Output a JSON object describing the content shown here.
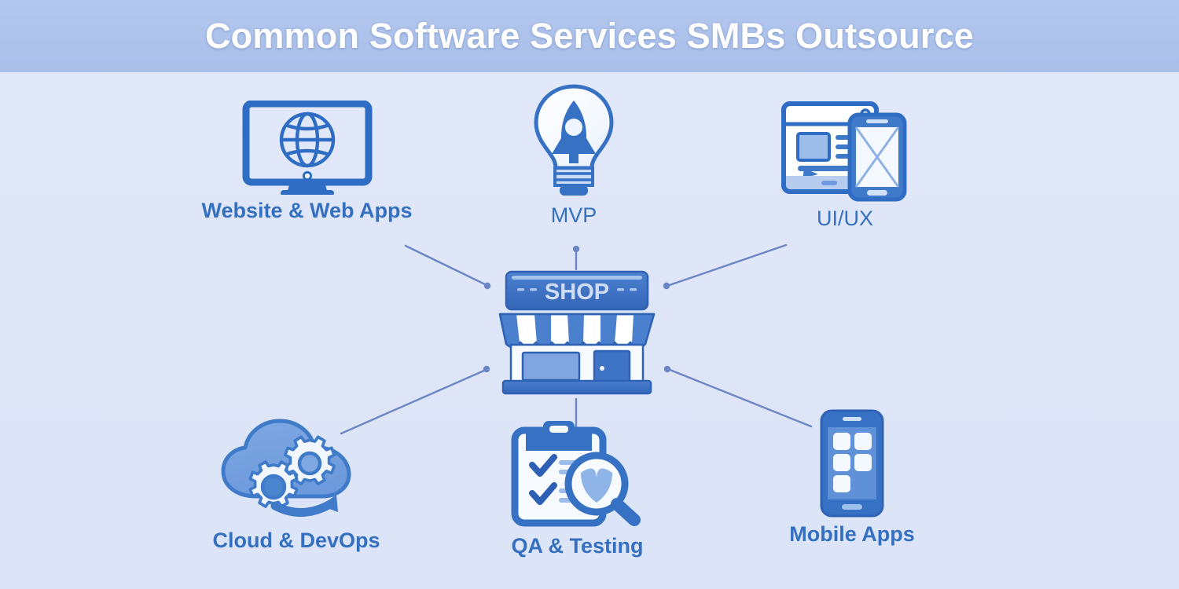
{
  "header": {
    "title": "Common Software Services SMBs Outsource"
  },
  "colors": {
    "banner": "#adc2ea",
    "background": "#dde5f7",
    "title_text": "#ffffff",
    "label_text": "#3570c0",
    "icon_primary": "#3671c4",
    "icon_secondary": "#7ea6e0",
    "icon_light": "#f4f8ff",
    "connector": "#6b86c4"
  },
  "center": {
    "name": "shop",
    "sign_text": "SHOP",
    "icon": "storefront-icon"
  },
  "nodes": [
    {
      "id": "web",
      "label": "Website & Web Apps",
      "icon": "monitor-globe-icon",
      "bold": true,
      "position": "top-left"
    },
    {
      "id": "mvp",
      "label": "MVP",
      "icon": "lightbulb-rocket-icon",
      "bold": false,
      "position": "top-center"
    },
    {
      "id": "uiux",
      "label": "UI/UX",
      "icon": "wireframe-browser-phone-icon",
      "bold": false,
      "position": "top-right"
    },
    {
      "id": "cloud",
      "label": "Cloud & DevOps",
      "icon": "cloud-gears-arrow-icon",
      "bold": true,
      "position": "bottom-left"
    },
    {
      "id": "qa",
      "label": "QA & Testing",
      "icon": "clipboard-checklist-magnifier-icon",
      "bold": true,
      "position": "bottom-center"
    },
    {
      "id": "mobile",
      "label": "Mobile Apps",
      "icon": "smartphone-apps-icon",
      "bold": true,
      "position": "bottom-right"
    }
  ],
  "connectors": [
    {
      "from": "web",
      "to": "shop",
      "style": "line-dot"
    },
    {
      "from": "mvp",
      "to": "shop",
      "style": "line-dot-vertical"
    },
    {
      "from": "uiux",
      "to": "shop",
      "style": "line-dot"
    },
    {
      "from": "cloud",
      "to": "shop",
      "style": "line-dot"
    },
    {
      "from": "shop",
      "to": "qa",
      "style": "arrow-down"
    },
    {
      "from": "mobile",
      "to": "shop",
      "style": "line-dot"
    }
  ]
}
